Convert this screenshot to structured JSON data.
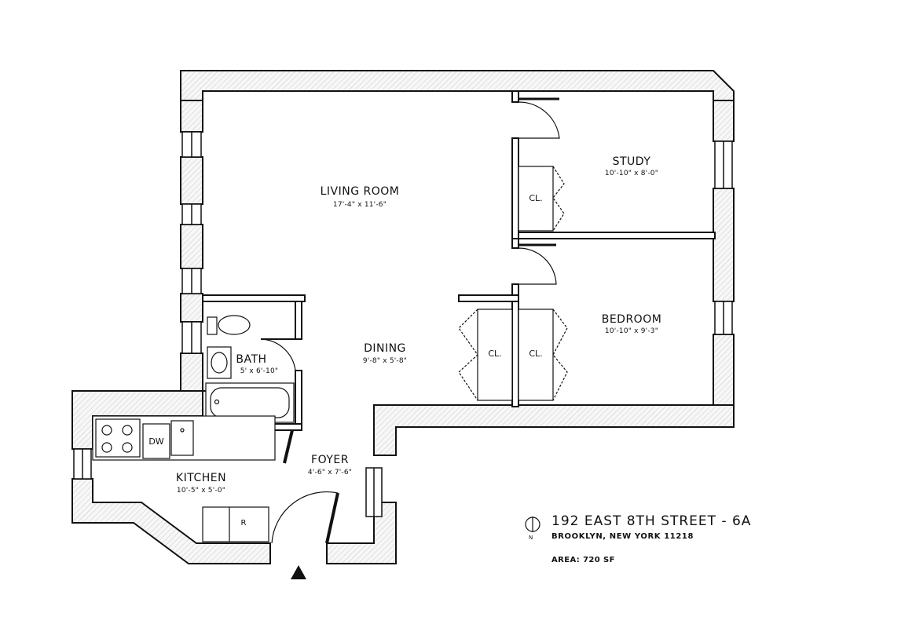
{
  "rooms": {
    "living": {
      "name": "LIVING ROOM",
      "dims": "17'-4\" x 11'-6\""
    },
    "study": {
      "name": "STUDY",
      "dims": "10'-10\" x 8'-0\""
    },
    "bedroom": {
      "name": "BEDROOM",
      "dims": "10'-10\" x 9'-3\""
    },
    "dining": {
      "name": "DINING",
      "dims": "9'-8\" x 5'-8\""
    },
    "bath": {
      "name": "BATH",
      "dims": "5' x 6'-10\""
    },
    "foyer": {
      "name": "FOYER",
      "dims": "4'-6\" x 7'-6\""
    },
    "kitchen": {
      "name": "KITCHEN",
      "dims": "10'-5\" x 5'-0\""
    }
  },
  "fixtures": {
    "closet": "CL.",
    "dishwasher": "DW",
    "refrigerator": "R"
  },
  "info": {
    "address_line1": "192 EAST 8TH STREET - 6A",
    "address_line2": "BROOKLYN, NEW YORK   11218",
    "area": "AREA: 720 SF",
    "north": "N"
  }
}
